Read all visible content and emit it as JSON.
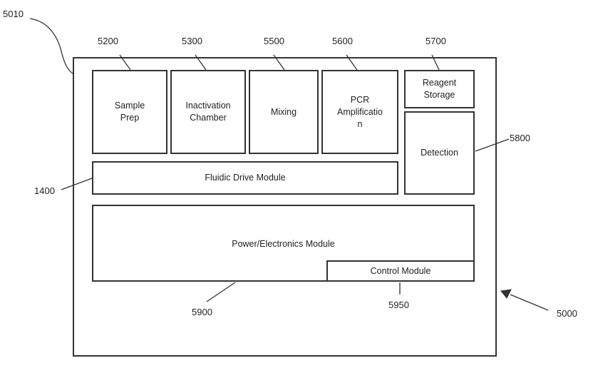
{
  "modules": {
    "sample_prep": "Sample\nPrep",
    "inactivation_chamber": "Inactivation\nChamber",
    "mixing": "Mixing",
    "pcr_amplification": "PCR\nAmplificatio\nn",
    "reagent_storage": "Reagent\nStorage",
    "detection": "Detection",
    "fluidic_drive": "Fluidic Drive Module",
    "power_electronics": "Power/Electronics Module",
    "control": "Control Module"
  },
  "refs": {
    "outer_frame": "5010",
    "sample_prep": "5200",
    "inactivation_chamber": "5300",
    "mixing": "5500",
    "pcr_amplification": "5600",
    "reagent_storage": "5700",
    "detection": "5800",
    "fluidic_drive": "1400",
    "power_electronics": "5900",
    "control": "5950",
    "system": "5000"
  }
}
